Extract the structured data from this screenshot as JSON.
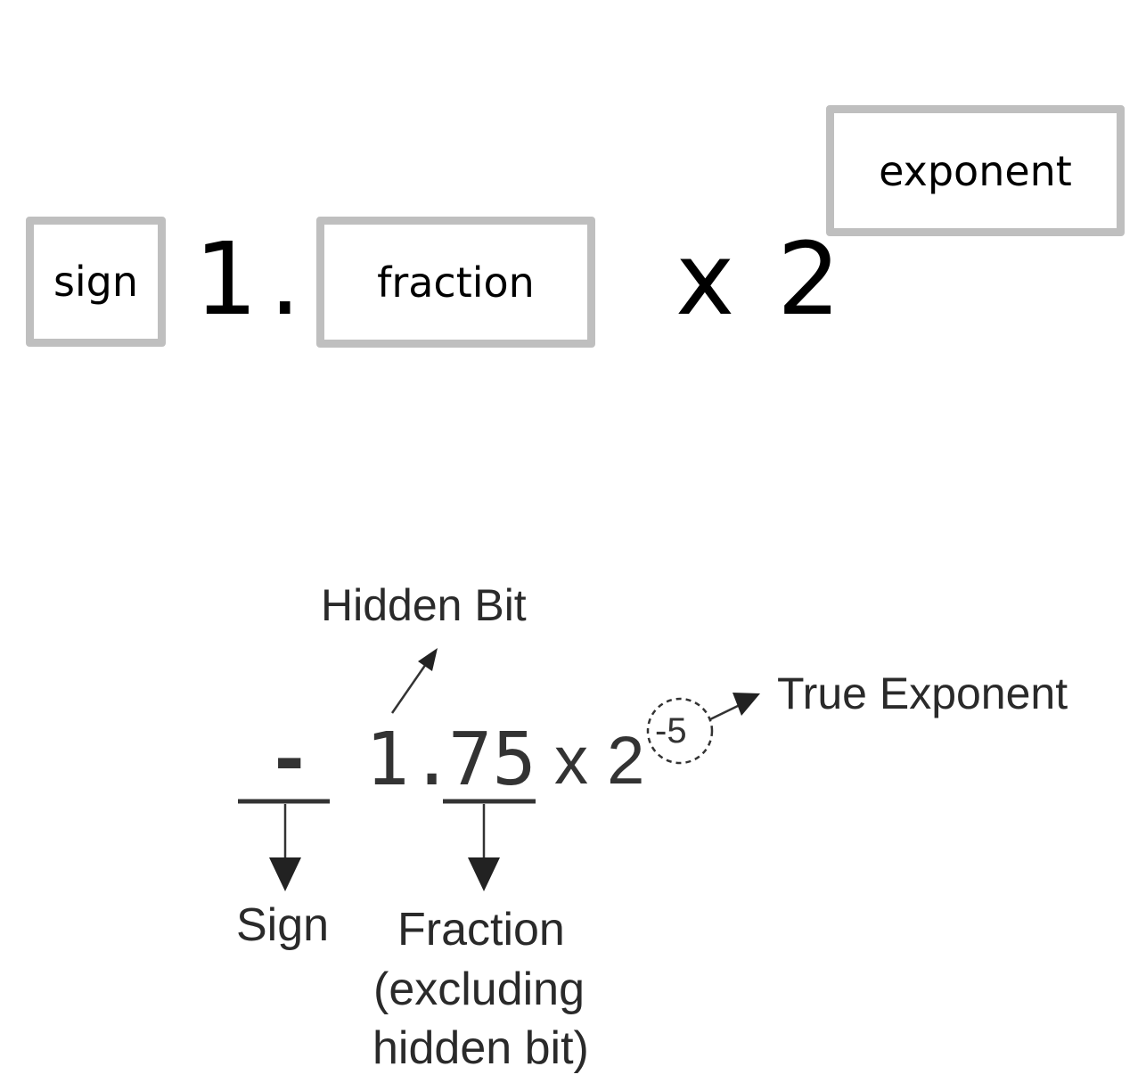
{
  "formula": {
    "sign_box": "sign",
    "one": "1",
    "dot": ".",
    "fraction_box": "fraction",
    "times": "x",
    "base": "2",
    "exponent_box": "exponent"
  },
  "example": {
    "labels": {
      "hidden_bit": "Hidden Bit",
      "true_exponent": "True Exponent",
      "sign": "Sign",
      "fraction_line1": "Fraction",
      "fraction_line2": "(excluding",
      "fraction_line3": "hidden bit)"
    },
    "expression": {
      "sign": "-",
      "integer": "1",
      "point": ".",
      "fraction": "75",
      "times_base": "x 2",
      "exponent": "-5"
    }
  }
}
